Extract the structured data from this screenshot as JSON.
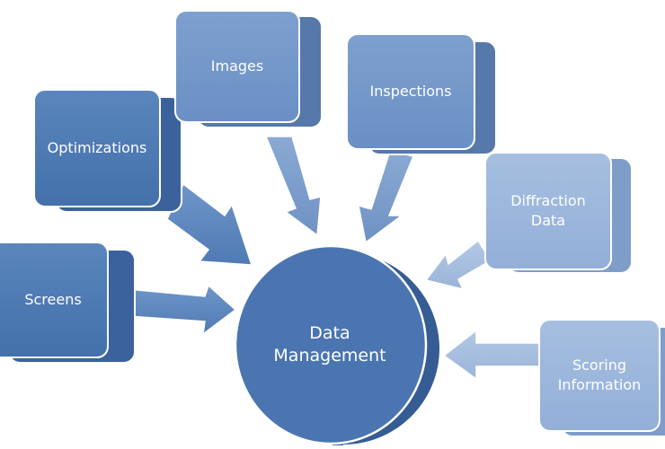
{
  "center": {
    "label": "Data\nManagement"
  },
  "boxes": [
    {
      "label": "Images"
    },
    {
      "label": "Inspections"
    },
    {
      "label": "Optimizations"
    },
    {
      "label": "Diffraction\nData"
    },
    {
      "label": "Screens"
    },
    {
      "label": "Scoring\nInformation"
    }
  ],
  "colors": {
    "dark_box": "#4a76af",
    "dark_box_side": "#3a619a",
    "mid_box": "#6c92c6",
    "mid_box_side": "#5a7fb4",
    "light_box": "#98b4da",
    "light_box_side": "#86a3cb",
    "center": "#456fa8",
    "center_side": "#365d94"
  }
}
